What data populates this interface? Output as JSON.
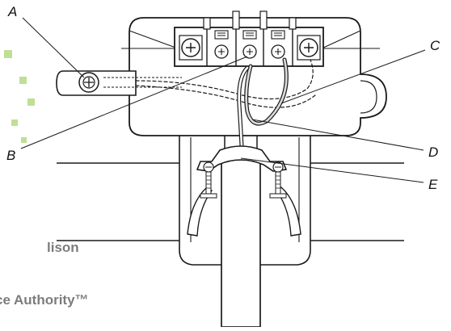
{
  "callouts": {
    "A": "A",
    "B": "B",
    "C": "C",
    "D": "D",
    "E": "E"
  },
  "watermark": {
    "line1": "lison",
    "line2": "ce Authority™"
  },
  "colors": {
    "line": "#1a1a1a",
    "fill": "#ffffff",
    "shade": "#d9d9d9",
    "watermark_blue": "#3c8fb0",
    "watermark_green": "#8cc63f"
  }
}
